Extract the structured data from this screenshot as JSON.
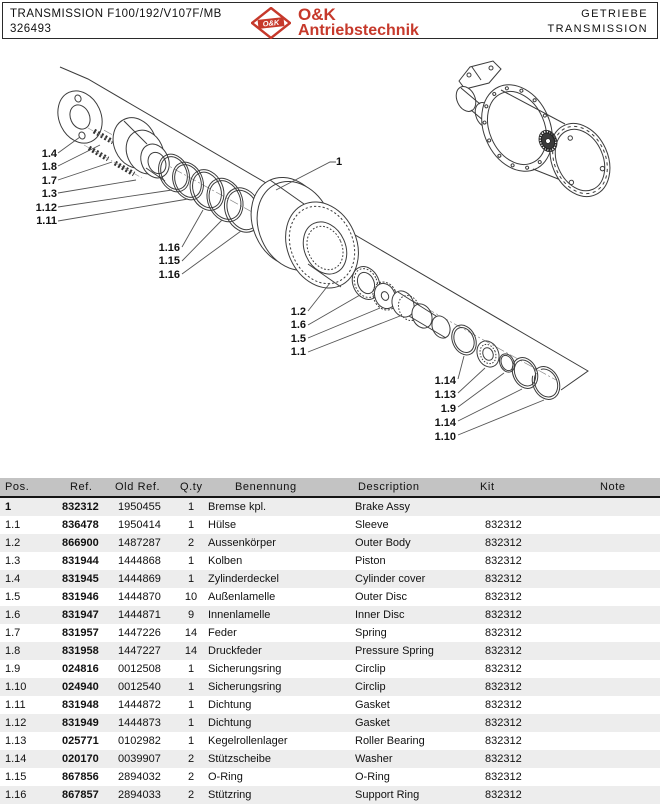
{
  "header": {
    "title_line1": "TRANSMISSION F100/192/V107F/MB",
    "title_line2": "326493",
    "logo_text": "O&K",
    "brand_line1": "O&K",
    "brand_line2": "Antriebstechnik",
    "right_line1": "GETRIEBE",
    "right_line2": "TRANSMISSION"
  },
  "colors": {
    "brand_red": "#c6392b",
    "table_header_bg": "#c3c3c3",
    "row_stripe": "#ededed"
  },
  "diagram": {
    "assembly_label": "1",
    "callouts": {
      "left": [
        "1.4",
        "1.8",
        "1.7",
        "1.3",
        "1.12",
        "1.11"
      ],
      "mid": [
        "1.16",
        "1.15",
        "1.16"
      ],
      "center": [
        "1.2",
        "1.6",
        "1.5",
        "1.1"
      ],
      "right": [
        "1.14",
        "1.13",
        "1.9",
        "1.14",
        "1.10"
      ]
    }
  },
  "table": {
    "columns": [
      "Pos.",
      "Ref.",
      "Old Ref.",
      "Q.ty",
      "Benennung",
      "Description",
      "Kit",
      "Note"
    ],
    "rows": [
      {
        "pos": "1",
        "ref": "832312",
        "old_ref": "1950455",
        "qty": "1",
        "benennung": "Bremse kpl.",
        "description": "Brake Assy",
        "kit": "",
        "note": ""
      },
      {
        "pos": "1.1",
        "ref": "836478",
        "old_ref": "1950414",
        "qty": "1",
        "benennung": "Hülse",
        "description": "Sleeve",
        "kit": "832312",
        "note": ""
      },
      {
        "pos": "1.2",
        "ref": "866900",
        "old_ref": "1487287",
        "qty": "2",
        "benennung": "Aussenkörper",
        "description": "Outer Body",
        "kit": "832312",
        "note": ""
      },
      {
        "pos": "1.3",
        "ref": "831944",
        "old_ref": "1444868",
        "qty": "1",
        "benennung": "Kolben",
        "description": "Piston",
        "kit": "832312",
        "note": ""
      },
      {
        "pos": "1.4",
        "ref": "831945",
        "old_ref": "1444869",
        "qty": "1",
        "benennung": "Zylinderdeckel",
        "description": "Cylinder cover",
        "kit": "832312",
        "note": ""
      },
      {
        "pos": "1.5",
        "ref": "831946",
        "old_ref": "1444870",
        "qty": "10",
        "benennung": "Außenlamelle",
        "description": "Outer Disc",
        "kit": "832312",
        "note": ""
      },
      {
        "pos": "1.6",
        "ref": "831947",
        "old_ref": "1444871",
        "qty": "9",
        "benennung": "Innenlamelle",
        "description": "Inner Disc",
        "kit": "832312",
        "note": ""
      },
      {
        "pos": "1.7",
        "ref": "831957",
        "old_ref": "1447226",
        "qty": "14",
        "benennung": "Feder",
        "description": "Spring",
        "kit": "832312",
        "note": ""
      },
      {
        "pos": "1.8",
        "ref": "831958",
        "old_ref": "1447227",
        "qty": "14",
        "benennung": "Druckfeder",
        "description": "Pressure Spring",
        "kit": "832312",
        "note": ""
      },
      {
        "pos": "1.9",
        "ref": "024816",
        "old_ref": "0012508",
        "qty": "1",
        "benennung": "Sicherungsring",
        "description": "Circlip",
        "kit": "832312",
        "note": ""
      },
      {
        "pos": "1.10",
        "ref": "024940",
        "old_ref": "0012540",
        "qty": "1",
        "benennung": "Sicherungsring",
        "description": "Circlip",
        "kit": "832312",
        "note": ""
      },
      {
        "pos": "1.11",
        "ref": "831948",
        "old_ref": "1444872",
        "qty": "1",
        "benennung": "Dichtung",
        "description": "Gasket",
        "kit": "832312",
        "note": ""
      },
      {
        "pos": "1.12",
        "ref": "831949",
        "old_ref": "1444873",
        "qty": "1",
        "benennung": "Dichtung",
        "description": "Gasket",
        "kit": "832312",
        "note": ""
      },
      {
        "pos": "1.13",
        "ref": "025771",
        "old_ref": "0102982",
        "qty": "1",
        "benennung": "Kegelrollenlager",
        "description": "Roller Bearing",
        "kit": "832312",
        "note": ""
      },
      {
        "pos": "1.14",
        "ref": "020170",
        "old_ref": "0039907",
        "qty": "2",
        "benennung": "Stützscheibe",
        "description": "Washer",
        "kit": "832312",
        "note": ""
      },
      {
        "pos": "1.15",
        "ref": "867856",
        "old_ref": "2894032",
        "qty": "2",
        "benennung": "O-Ring",
        "description": "O-Ring",
        "kit": "832312",
        "note": ""
      },
      {
        "pos": "1.16",
        "ref": "867857",
        "old_ref": "2894033",
        "qty": "2",
        "benennung": "Stützring",
        "description": "Support Ring",
        "kit": "832312",
        "note": ""
      }
    ]
  }
}
